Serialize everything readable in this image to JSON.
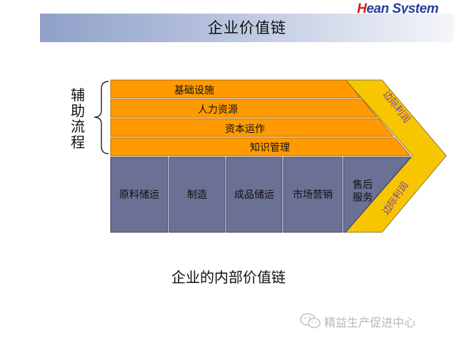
{
  "header": {
    "logo_text_h": "H",
    "logo_text_rest": "ean System",
    "title": "企业价值链"
  },
  "support": {
    "group_label": [
      "辅",
      "助",
      "流",
      "程"
    ],
    "rows": [
      "基础设施",
      "人力资源",
      "资本运作",
      "知识管理"
    ]
  },
  "primary": {
    "columns": [
      "原料储运",
      "制造",
      "成品储运",
      "市场营销",
      "售后\n服务"
    ]
  },
  "margin": {
    "upper": "边际利润",
    "lower": "边际利润"
  },
  "caption": "企业的内部价值链",
  "watermark": {
    "text": "精益生产促进中心",
    "icon": "wechat-icon"
  },
  "colors": {
    "orange": "#ff9a00",
    "yellow": "#f7c600",
    "slate": "#6b7095",
    "margin_text": "#7a3fa0"
  }
}
